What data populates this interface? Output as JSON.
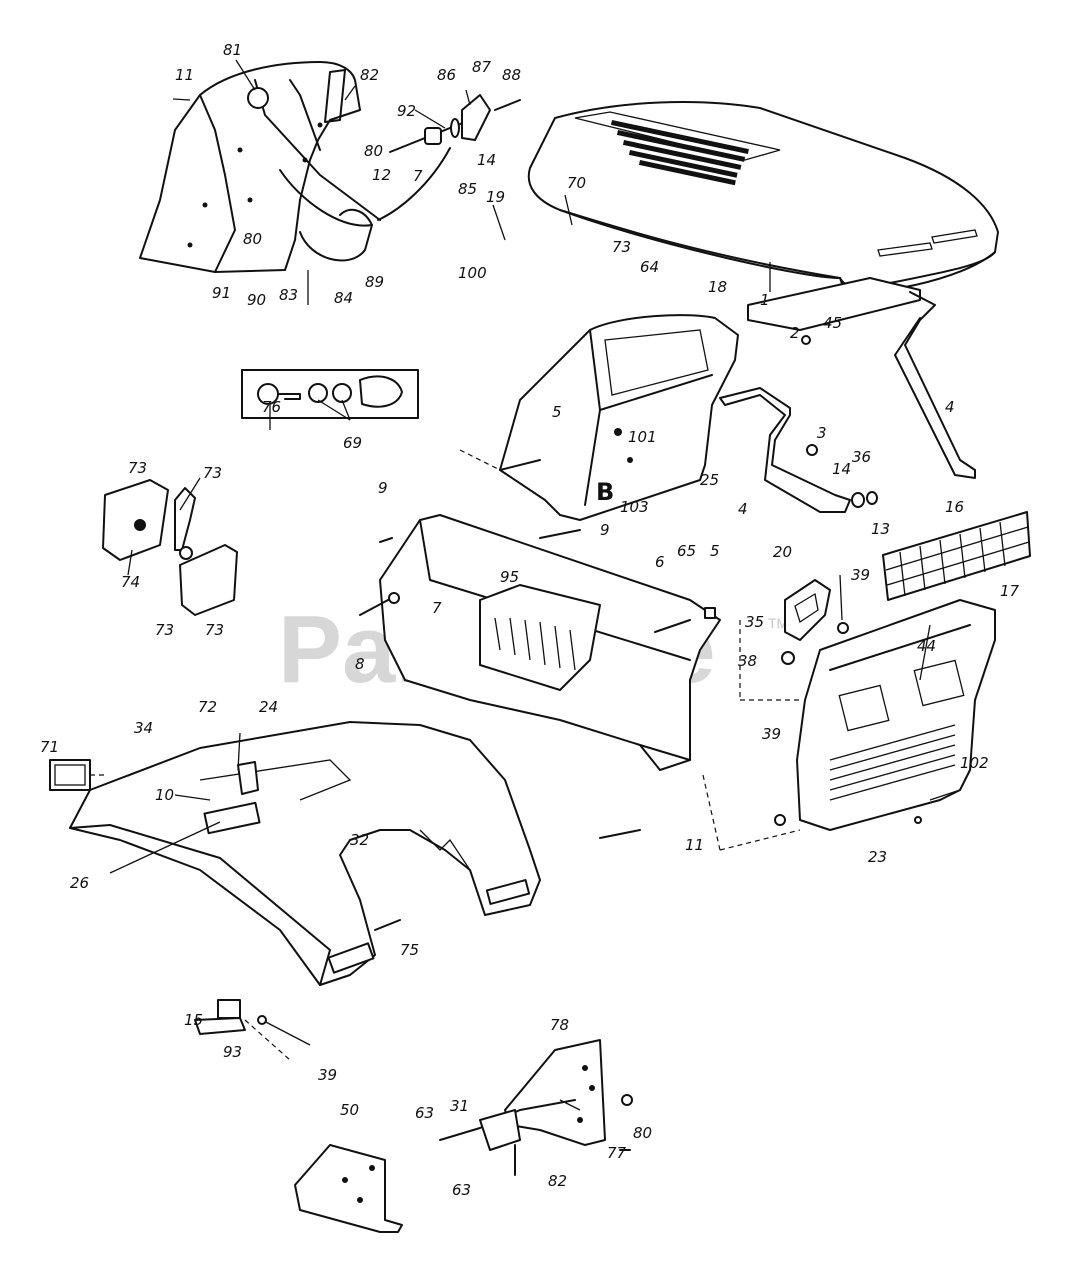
{
  "watermark": {
    "text": "PartsTree",
    "trademark": "TM"
  },
  "section_letter": "B",
  "callouts": {
    "c1": "1",
    "c2": "2",
    "c3": "3",
    "c4a": "4",
    "c4b": "4",
    "c5a": "5",
    "c5b": "5",
    "c6": "6",
    "c7a": "7",
    "c7b": "7",
    "c8": "8",
    "c9a": "9",
    "c9b": "9",
    "c10": "10",
    "c11a": "11",
    "c11b": "11",
    "c12": "12",
    "c13": "13",
    "c14a": "14",
    "c14b": "14",
    "c15": "15",
    "c16": "16",
    "c17": "17",
    "c18": "18",
    "c19": "19",
    "c20": "20",
    "c23": "23",
    "c24": "24",
    "c25": "25",
    "c26": "26",
    "c31": "31",
    "c32": "32",
    "c34": "34",
    "c35": "35",
    "c36": "36",
    "c38": "38",
    "c39a": "39",
    "c39b": "39",
    "c39c": "39",
    "c44": "44",
    "c45": "45",
    "c50": "50",
    "c63a": "63",
    "c63b": "63",
    "c64": "64",
    "c65": "65",
    "c69": "69",
    "c70": "70",
    "c71": "71",
    "c72": "72",
    "c73a": "73",
    "c73b": "73",
    "c73c": "73",
    "c73d": "73",
    "c73e": "73",
    "c74": "74",
    "c75": "75",
    "c76": "76",
    "c77": "77",
    "c78": "78",
    "c80a": "80",
    "c80b": "80",
    "c80c": "80",
    "c81": "81",
    "c82a": "82",
    "c82b": "82",
    "c83": "83",
    "c84": "84",
    "c85": "85",
    "c86": "86",
    "c87": "87",
    "c88": "88",
    "c89": "89",
    "c90": "90",
    "c91": "91",
    "c92": "92",
    "c93": "93",
    "c95": "95",
    "c100": "100",
    "c101": "101",
    "c102": "102",
    "c103": "103"
  }
}
